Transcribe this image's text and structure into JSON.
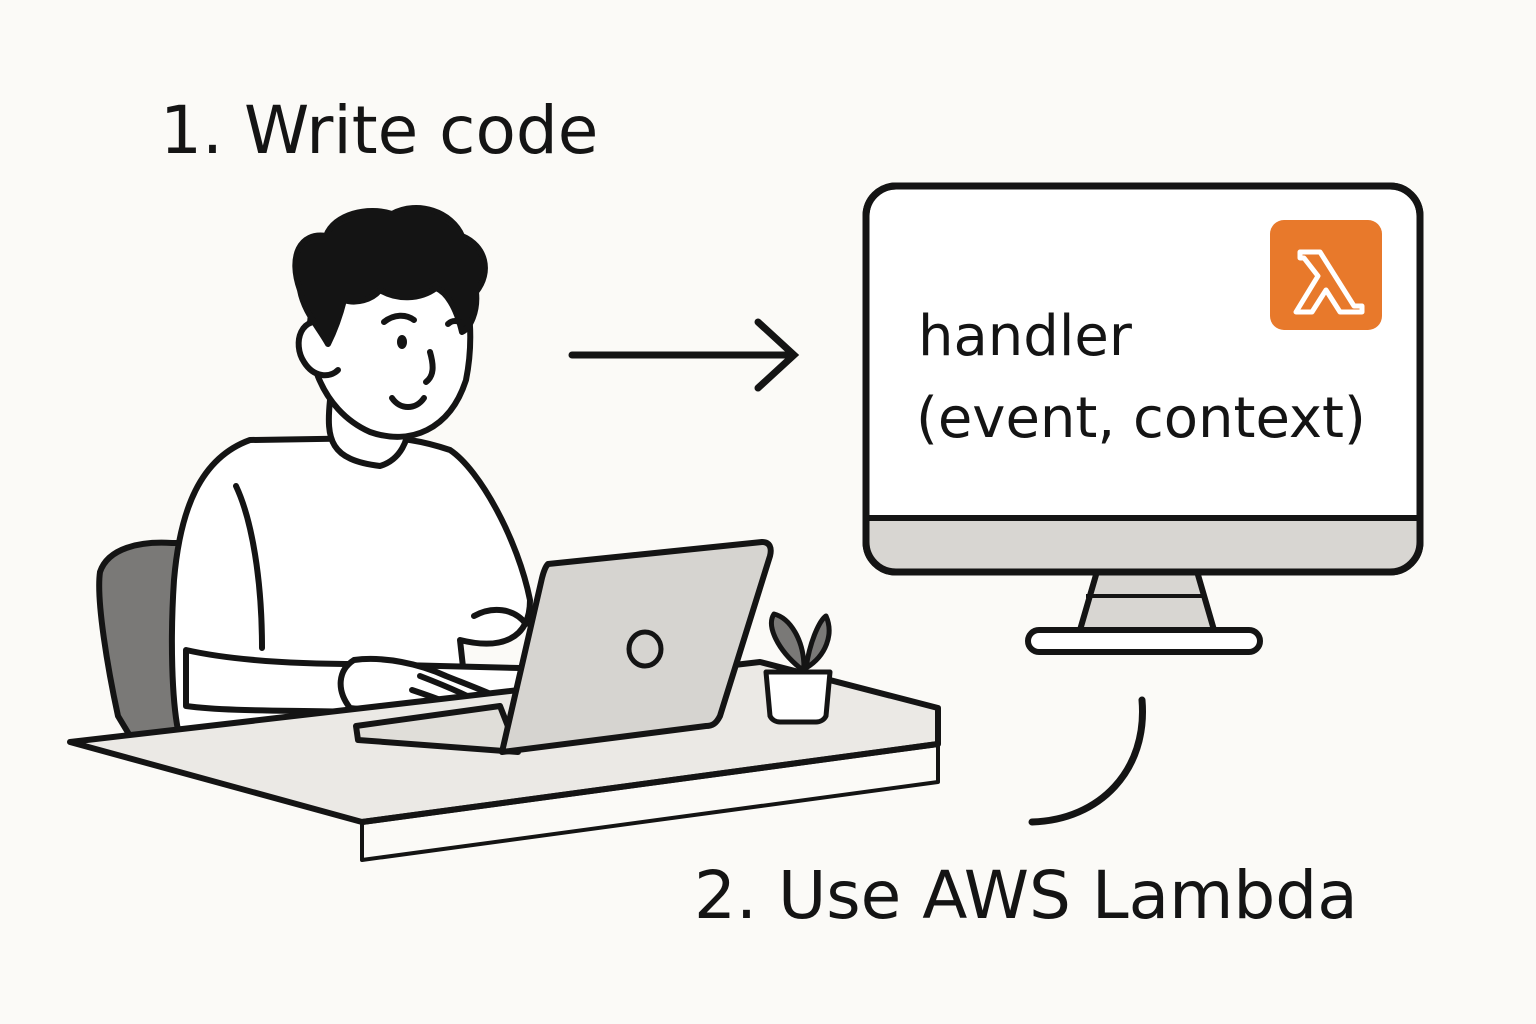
{
  "steps": {
    "step1": "1. Write code",
    "step2": "2. Use AWS Lambda"
  },
  "monitor": {
    "code_line1": "handler",
    "code_line2": "(event, context)",
    "badge_icon": "lambda-icon",
    "badge_glyph": "λ",
    "badge_color": "#e8792b"
  },
  "colors": {
    "ink": "#141414",
    "background": "#fbfaf7",
    "chair": "#7a7977",
    "laptop": "#d6d4d0",
    "monitor_bezel": "#d8d6d2",
    "desk": "#ebe9e5"
  }
}
